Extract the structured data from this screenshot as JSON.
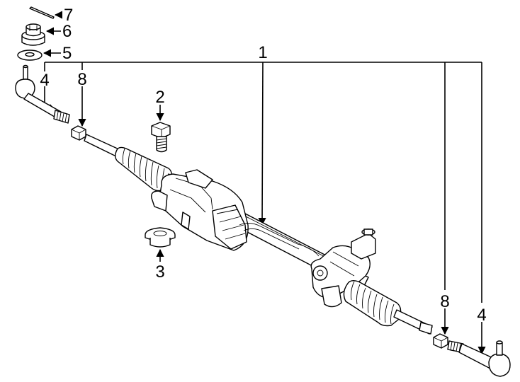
{
  "callouts": [
    {
      "id": "c1",
      "label": "1"
    },
    {
      "id": "c2",
      "label": "2"
    },
    {
      "id": "c3",
      "label": "3"
    },
    {
      "id": "c4a",
      "label": "4"
    },
    {
      "id": "c4b",
      "label": "4"
    },
    {
      "id": "c5",
      "label": "5"
    },
    {
      "id": "c6",
      "label": "6"
    },
    {
      "id": "c7",
      "label": "7"
    },
    {
      "id": "c8a",
      "label": "8"
    },
    {
      "id": "c8b",
      "label": "8"
    }
  ]
}
